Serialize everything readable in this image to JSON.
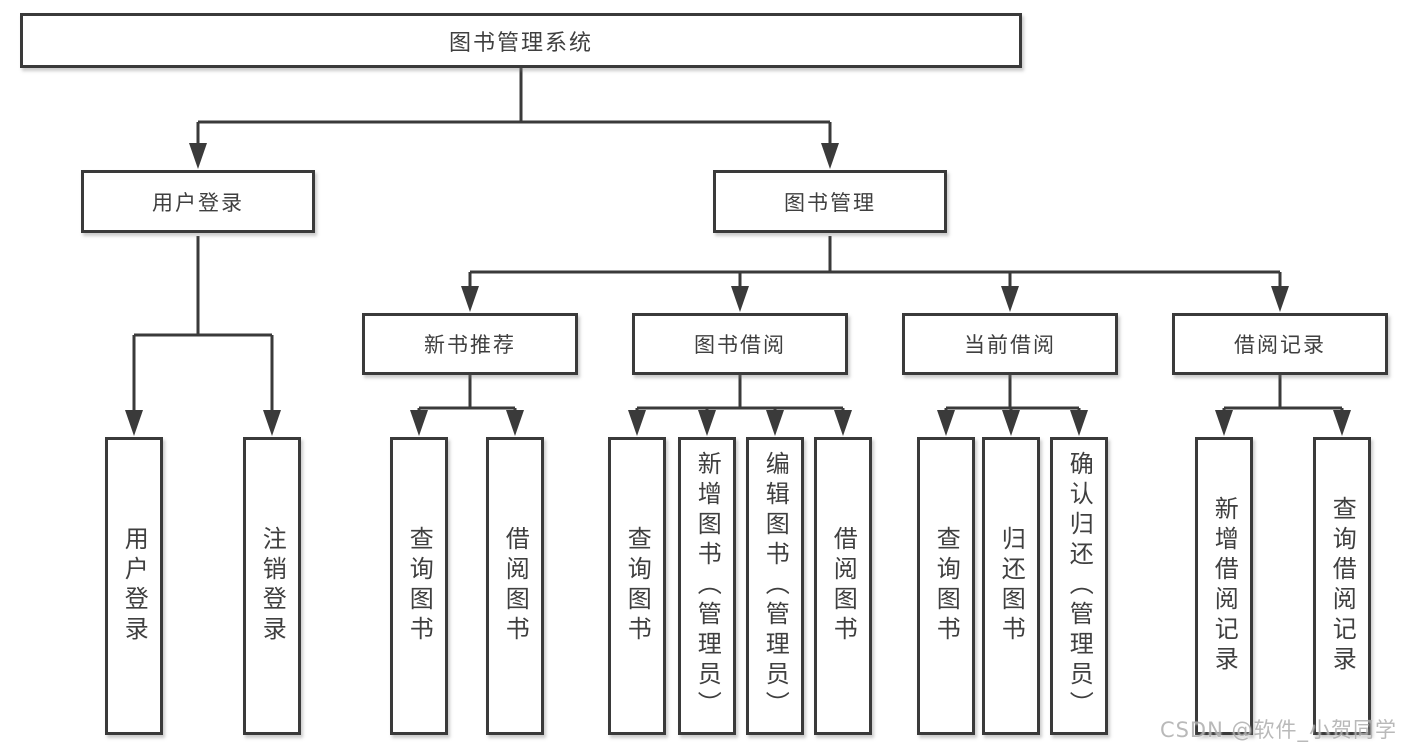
{
  "diagram": {
    "root": "图书管理系统",
    "branches": {
      "user_login": "用户登录",
      "book_management": "图书管理"
    },
    "modules": {
      "new_book_recommendation": "新书推荐",
      "book_borrowing": "图书借阅",
      "current_borrowing": "当前借阅",
      "borrowing_records": "借阅记录"
    },
    "functions": {
      "user_login": {
        "login": "用户登录",
        "logout": "注销登录"
      },
      "new_book_recommendation": {
        "query_books": "查询图书",
        "borrow_books": "借阅图书"
      },
      "book_borrowing": {
        "query_books": "查询图书",
        "add_books_admin": "新增图书（管理员）",
        "edit_books_admin": "编辑图书（管理员）",
        "borrow_books": "借阅图书"
      },
      "current_borrowing": {
        "query_books": "查询图书",
        "return_books": "归还图书",
        "confirm_return_admin": "确认归还（管理员）"
      },
      "borrowing_records": {
        "add_borrow_record": "新增借阅记录",
        "query_borrow_record": "查询借阅记录"
      }
    }
  },
  "colors": {
    "line": "#3a3a3a",
    "box_border": "#3a3a3a",
    "text": "#3f3f3f",
    "watermark_text": "#a8a8a8",
    "background": "#ffffff"
  },
  "watermark": {
    "text": "CSDN @软件_小贺同学"
  }
}
